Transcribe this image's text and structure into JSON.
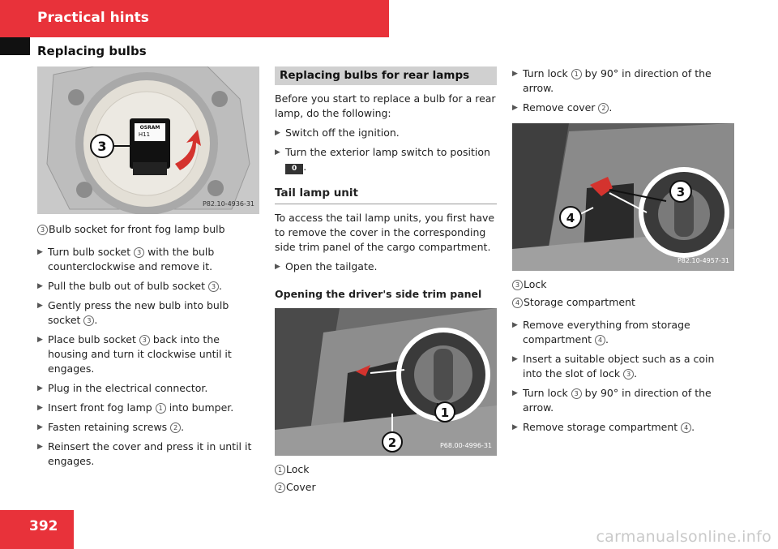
{
  "header": {
    "section": "Practical hints",
    "subsection": "Replacing bulbs"
  },
  "page_number": "392",
  "watermark": "carmanualsonline.info",
  "col1": {
    "figure_code": "P82.10-4936-31",
    "callout": "3",
    "bulb_label": "OSRAM",
    "bulb_type": "H11",
    "legend": [
      {
        "num": "3",
        "text": "Bulb socket for front fog lamp bulb"
      }
    ],
    "steps": [
      [
        "Turn bulb socket ",
        "3",
        " with the bulb counterclockwise and remove it."
      ],
      [
        "Pull the bulb out of bulb socket ",
        "3",
        "."
      ],
      [
        "Gently press the new bulb into bulb socket ",
        "3",
        "."
      ],
      [
        "Place bulb socket ",
        "3",
        " back into the housing and turn it clockwise until it engages."
      ],
      [
        "Plug in the electrical connector."
      ],
      [
        "Insert front fog lamp ",
        "1",
        " into bumper."
      ],
      [
        "Fasten retaining screws ",
        "2",
        "."
      ],
      [
        "Reinsert the cover and press it in until it engages."
      ]
    ]
  },
  "col2": {
    "section_head": "Replacing bulbs for rear lamps",
    "intro": "Before you start to replace a bulb for a rear lamp, do the following:",
    "step1": "Switch off the ignition.",
    "step2": "Turn the exterior lamp switch to position",
    "switch_position": "0",
    "tail_head": "Tail lamp unit",
    "tail_text": "To access the tail lamp units, you first have to remove the cover in the corresponding side trim panel of the cargo compartment.",
    "step3": "Open the tailgate.",
    "opening_head": "Opening the driver's side trim panel",
    "figure_code": "P68.00-4996-31",
    "callouts": [
      "1",
      "2"
    ],
    "legend": [
      {
        "num": "1",
        "text": "Lock"
      },
      {
        "num": "2",
        "text": "Cover"
      }
    ]
  },
  "col3": {
    "top_steps": [
      [
        "Turn lock ",
        "1",
        " by 90° in direction of the arrow."
      ],
      [
        "Remove cover ",
        "2",
        "."
      ]
    ],
    "figure_code": "P82.10-4957-31",
    "callouts": [
      "3",
      "4"
    ],
    "legend": [
      {
        "num": "3",
        "text": "Lock"
      },
      {
        "num": "4",
        "text": "Storage compartment"
      }
    ],
    "bottom_steps": [
      [
        "Remove everything from storage compartment ",
        "4",
        "."
      ],
      [
        "Insert a suitable object such as a coin into the slot of lock ",
        "3",
        "."
      ],
      [
        "Turn lock ",
        "3",
        " by 90° in direction of the arrow."
      ],
      [
        "Remove storage compartment ",
        "4",
        "."
      ]
    ]
  }
}
